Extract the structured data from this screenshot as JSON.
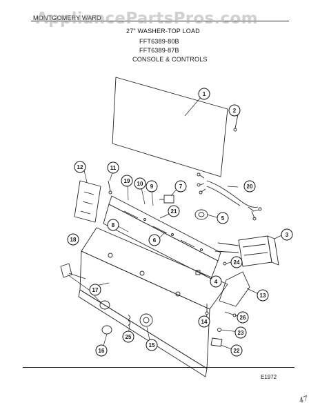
{
  "header": {
    "brand": "MONTGOMERY WARD",
    "model_line": "27\" WASHER-TOP LOAD",
    "part_number_1": "FFT6389-80B",
    "part_number_2": "FFT6389-87B",
    "section": "CONSOLE & CONTROLS"
  },
  "watermark": "AppliancePartsPros.com",
  "footer": {
    "diagram_code": "E1972",
    "handwritten_mark": "47"
  },
  "callouts": [
    "1",
    "2",
    "3",
    "4",
    "5",
    "6",
    "7",
    "8",
    "9",
    "10",
    "11",
    "12",
    "13",
    "14",
    "15",
    "16",
    "17",
    "18",
    "19",
    "20",
    "21",
    "22",
    "23",
    "24",
    "25",
    "26"
  ]
}
